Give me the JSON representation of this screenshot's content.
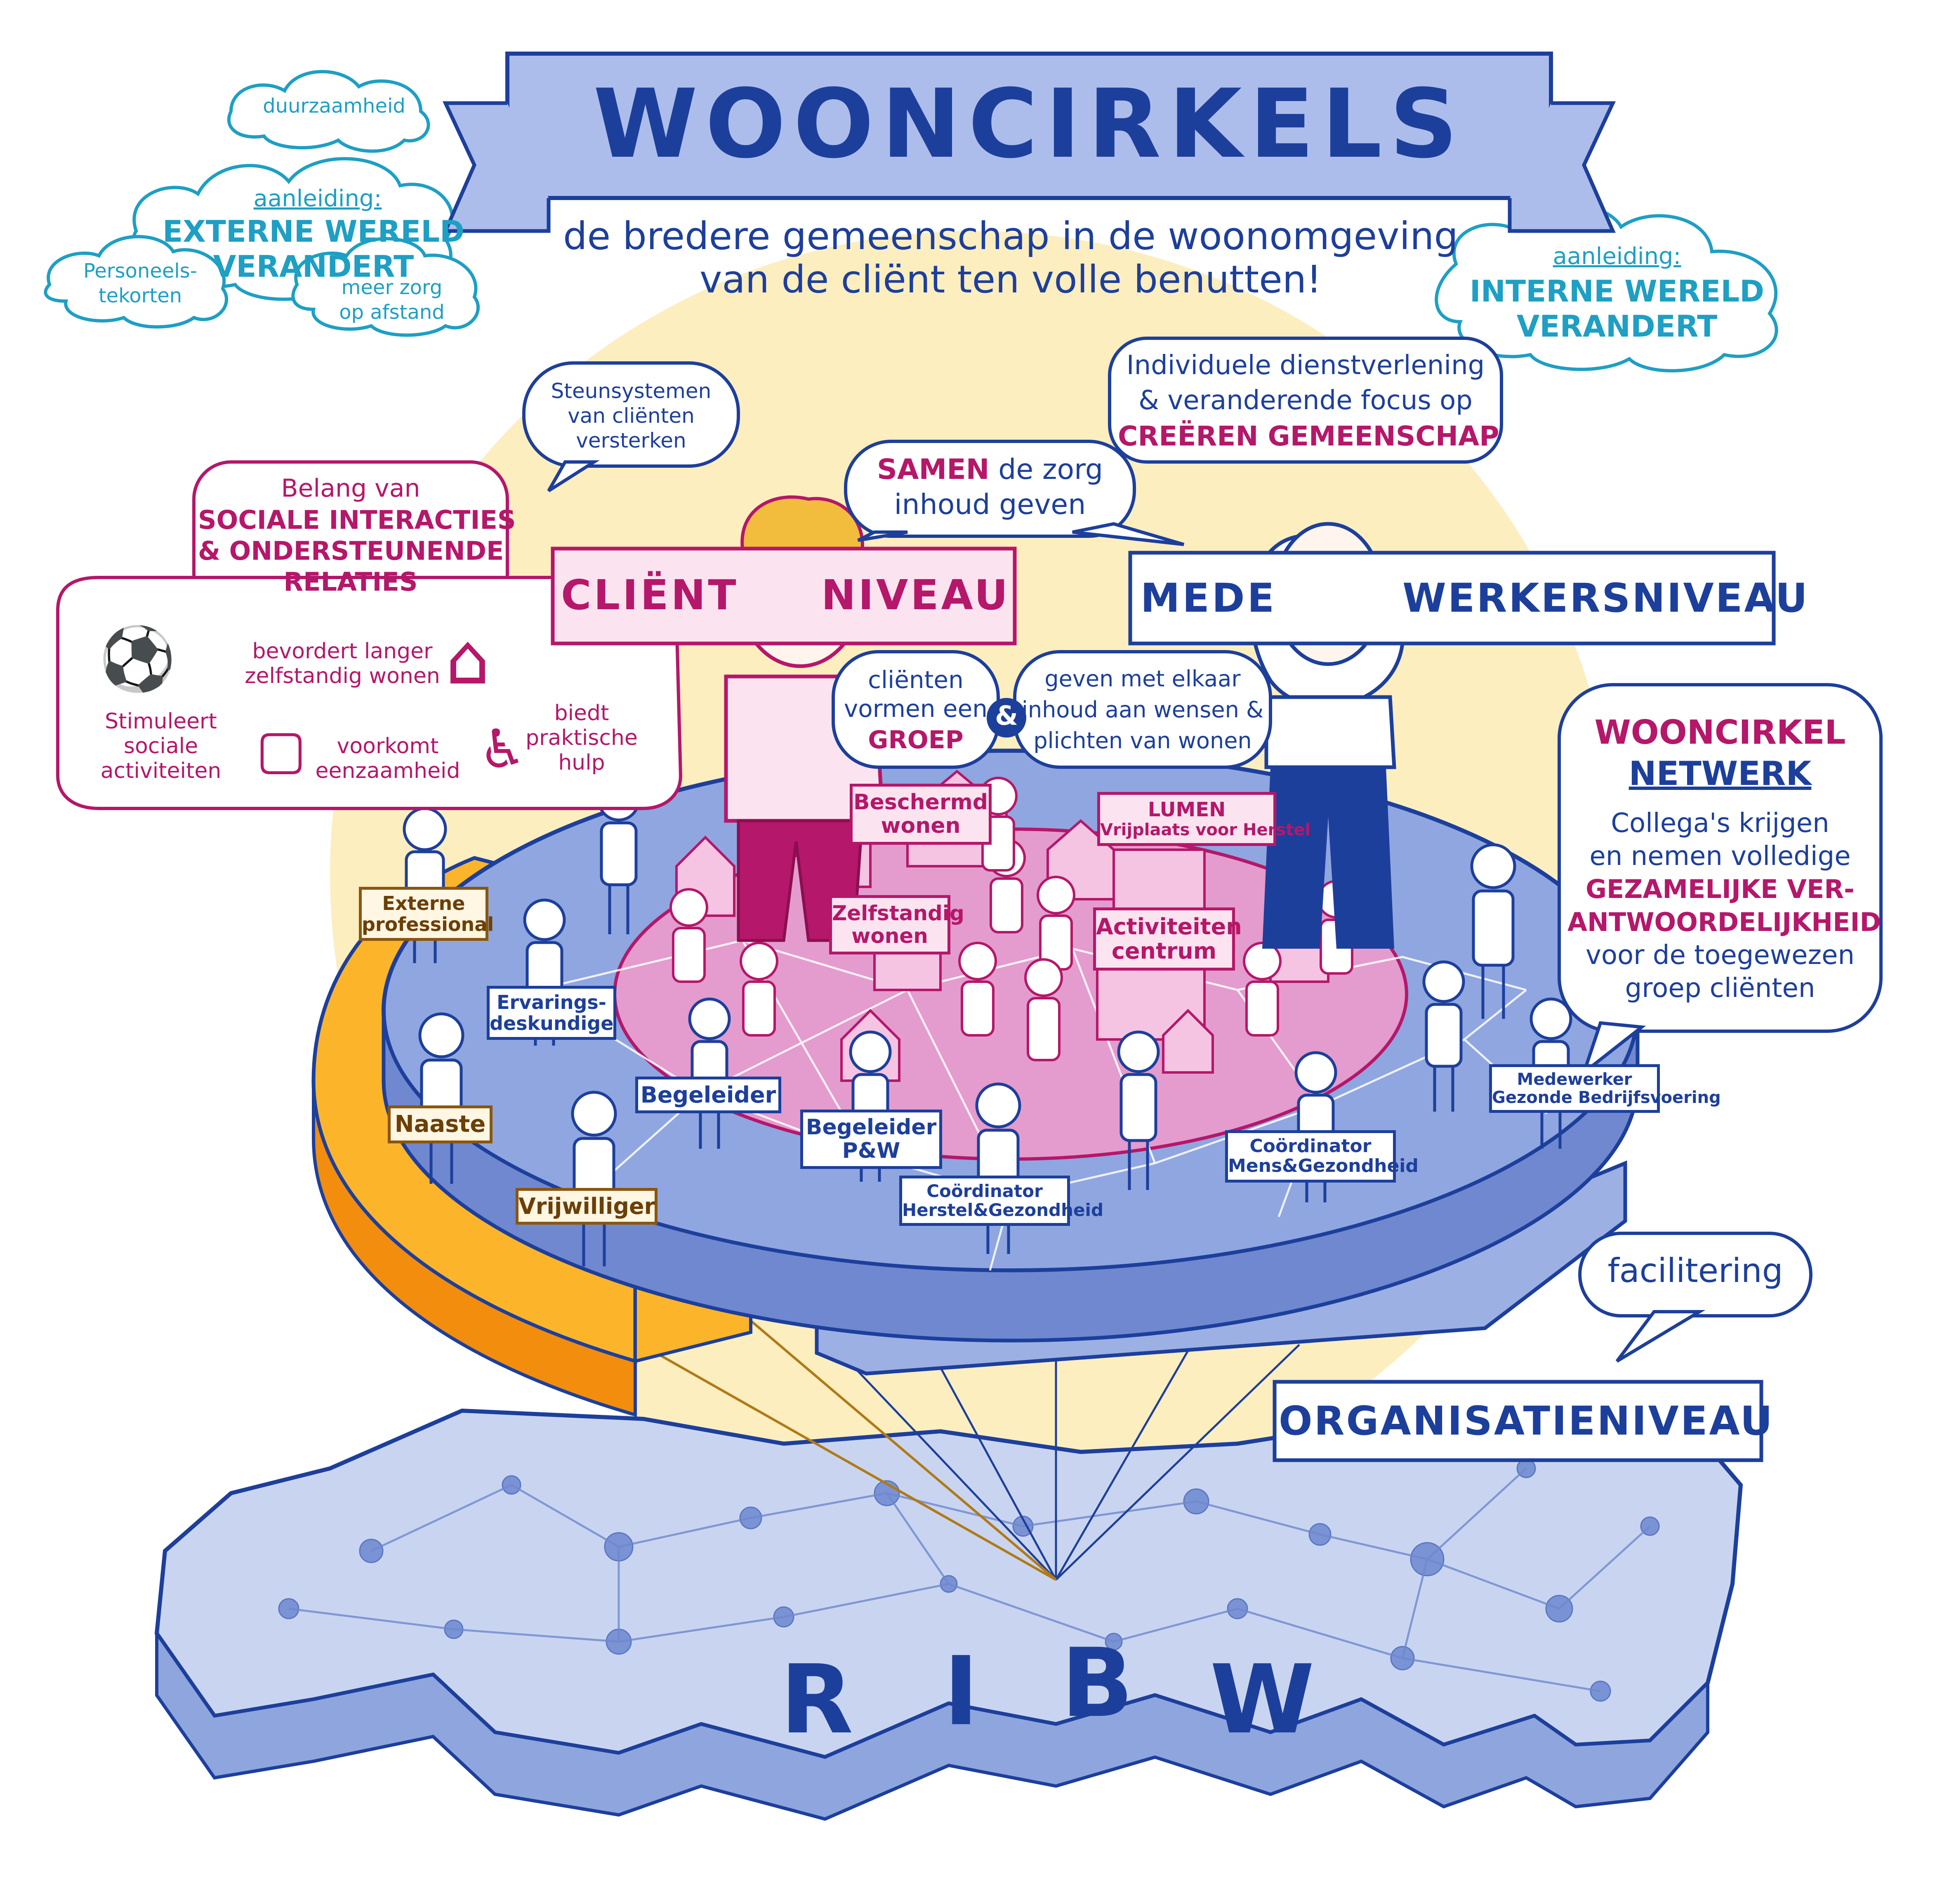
{
  "title": "WOONCIRKELS",
  "subtitle": [
    "de bredere gemeenschap in de woonomgeving",
    "van de cliënt ten volle benutten!"
  ],
  "clouds_left": {
    "top": "duurzaamheid",
    "aanleiding_label": "aanleiding:",
    "main": [
      "EXTERNE WERELD",
      "VERANDERT"
    ],
    "left": [
      "Personeels-",
      "tekorten"
    ],
    "right": [
      "meer zorg",
      "op afstand"
    ]
  },
  "cloud_right": {
    "aanleiding_label": "aanleiding:",
    "main": [
      "INTERNE WERELD",
      "VERANDERT"
    ]
  },
  "bubbles": {
    "steun": [
      "Steunsystemen",
      "van cliënten",
      "versterken"
    ],
    "samen": {
      "bold": "SAMEN",
      "rest": "de zorg",
      "line2": "inhoud geven"
    },
    "individueel": [
      "Individuele dienstverlening",
      "& veranderende focus op"
    ],
    "individueel_bold": "CREËREN GEMEENSCHAP",
    "sociaal": {
      "line1": "Belang van",
      "bold": [
        "SOCIALE INTERACTIES",
        "& ONDERSTEUNENDE",
        "RELATIES"
      ]
    },
    "benefits": {
      "a": [
        "Stimuleert",
        "sociale",
        "activiteiten"
      ],
      "b": [
        "bevordert langer",
        "zelfstandig wonen"
      ],
      "c": [
        "voorkomt",
        "eenzaamheid"
      ],
      "d": [
        "biedt",
        "praktische",
        "hulp"
      ]
    },
    "groep": {
      "line1": "cliënten",
      "line2": "vormen een",
      "bold": "GROEP"
    },
    "amp": "&",
    "inhoud": [
      "geven met elkaar",
      "inhoud aan wensen &",
      "plichten van wonen"
    ],
    "facilitering": "facilitering"
  },
  "network_box": {
    "title": [
      "WOONCIRKEL",
      "NETWERK"
    ],
    "lines": [
      "Collega's krijgen",
      "en nemen volledige"
    ],
    "bold": [
      "GEZAMELIJKE VER-",
      "ANTWOORDELIJKHEID"
    ],
    "lines2": [
      "voor de toegewezen",
      "groep cliënten"
    ]
  },
  "banners": {
    "client": [
      "CLIËNT",
      "NIVEAU"
    ],
    "medewerker": [
      "MEDE",
      "WERKERSNIVEAU"
    ],
    "organisatie": "ORGANISATIENIVEAU"
  },
  "places": {
    "beschermd": [
      "Beschermd",
      "wonen"
    ],
    "lumen": [
      "LUMEN",
      "Vrijplaats voor Herstel"
    ],
    "zelfstandig": [
      "Zelfstandig",
      "wonen"
    ],
    "activiteiten": [
      "Activiteiten",
      "centrum"
    ]
  },
  "roles": {
    "externe": [
      "Externe",
      "professional"
    ],
    "ervarings": [
      "Ervarings-",
      "deskundige"
    ],
    "naaste": "Naaste",
    "vrijwilliger": "Vrijwilliger",
    "begeleider": "Begeleider",
    "begeleider_pw": [
      "Begeleider",
      "P&W"
    ],
    "coord_herstel": [
      "Coördinator",
      "Herstel&Gezondheid"
    ],
    "coord_mens": [
      "Coördinator",
      "Mens&Gezondheid"
    ],
    "medewerker": [
      "Medewerker",
      "Gezonde Bedrijfsvoering"
    ]
  },
  "ribw": [
    "R",
    "I",
    "B",
    "W"
  ],
  "colors": {
    "navy": "#1d3f9c",
    "cyan": "#1e9fc4",
    "magenta": "#b5176a",
    "periwinkle": "#7f97d6",
    "sun": "#fdeec0",
    "orange": "#f7a82a",
    "pink": "#e39ccd"
  }
}
